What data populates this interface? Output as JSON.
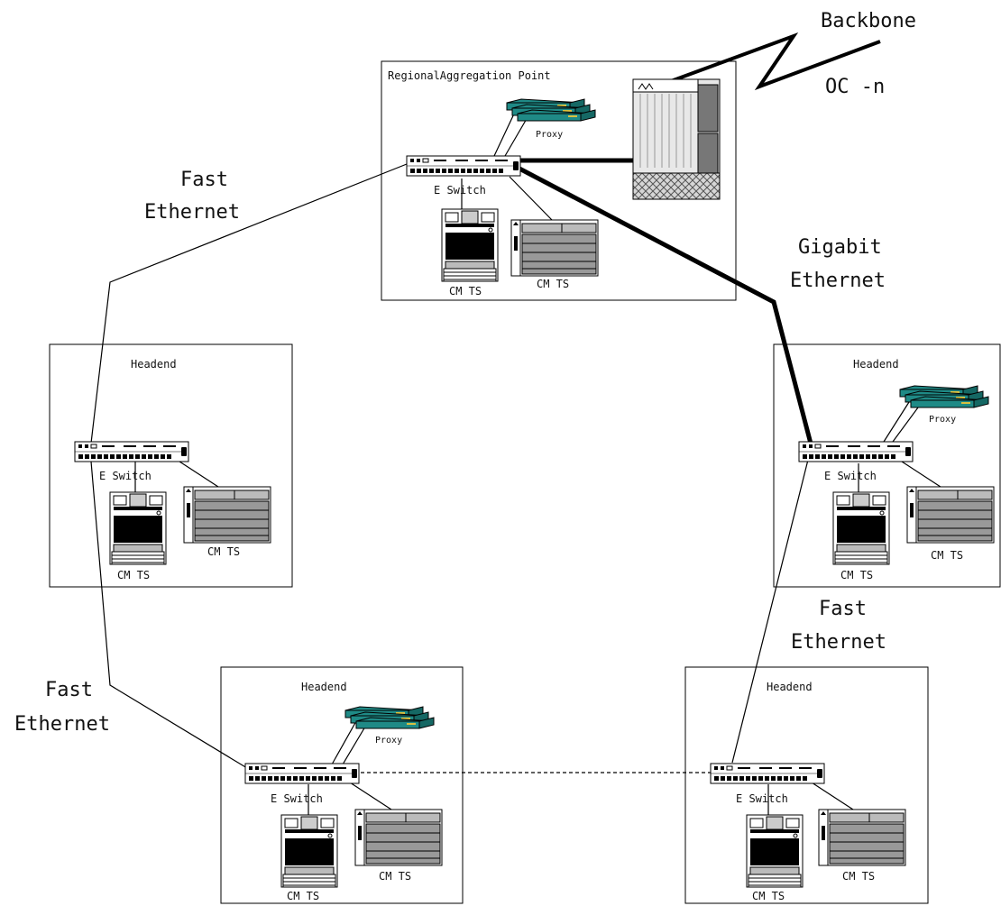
{
  "labels": {
    "backbone": "Backbone",
    "ocn": "OC -n",
    "regional": "RegionalAggregation Point",
    "fast_ethernet_1_a": "Fast",
    "fast_ethernet_1_b": "Ethernet",
    "gigabit_a": "Gigabit",
    "gigabit_b": "Ethernet",
    "fast_ethernet_2_a": "Fast",
    "fast_ethernet_2_b": "Ethernet",
    "fast_ethernet_3_a": "Fast",
    "fast_ethernet_3_b": "Ethernet"
  },
  "sites": {
    "regional": {
      "switch": "E Switch",
      "proxy": "Proxy",
      "cmts_a": "CM TS",
      "cmts_b": "CM TS"
    },
    "headend_left": {
      "title": "Headend",
      "switch": "E Switch",
      "cmts_a": "CM TS",
      "cmts_b": "CM TS"
    },
    "headend_right": {
      "title": "Headend",
      "switch": "E Switch",
      "proxy": "Proxy",
      "cmts_a": "CM TS",
      "cmts_b": "CM TS"
    },
    "headend_bottom_left": {
      "title": "Headend",
      "switch": "E Switch",
      "proxy": "Proxy",
      "cmts_a": "CM TS",
      "cmts_b": "CM TS"
    },
    "headend_bottom_right": {
      "title": "Headend",
      "switch": "E Switch",
      "cmts_a": "CM TS",
      "cmts_b": "CM TS"
    }
  },
  "colors": {
    "proxy_teal": "#1f8a86",
    "proxy_accent": "#d8c040",
    "device_gray": "#888888",
    "line": "#000000"
  }
}
